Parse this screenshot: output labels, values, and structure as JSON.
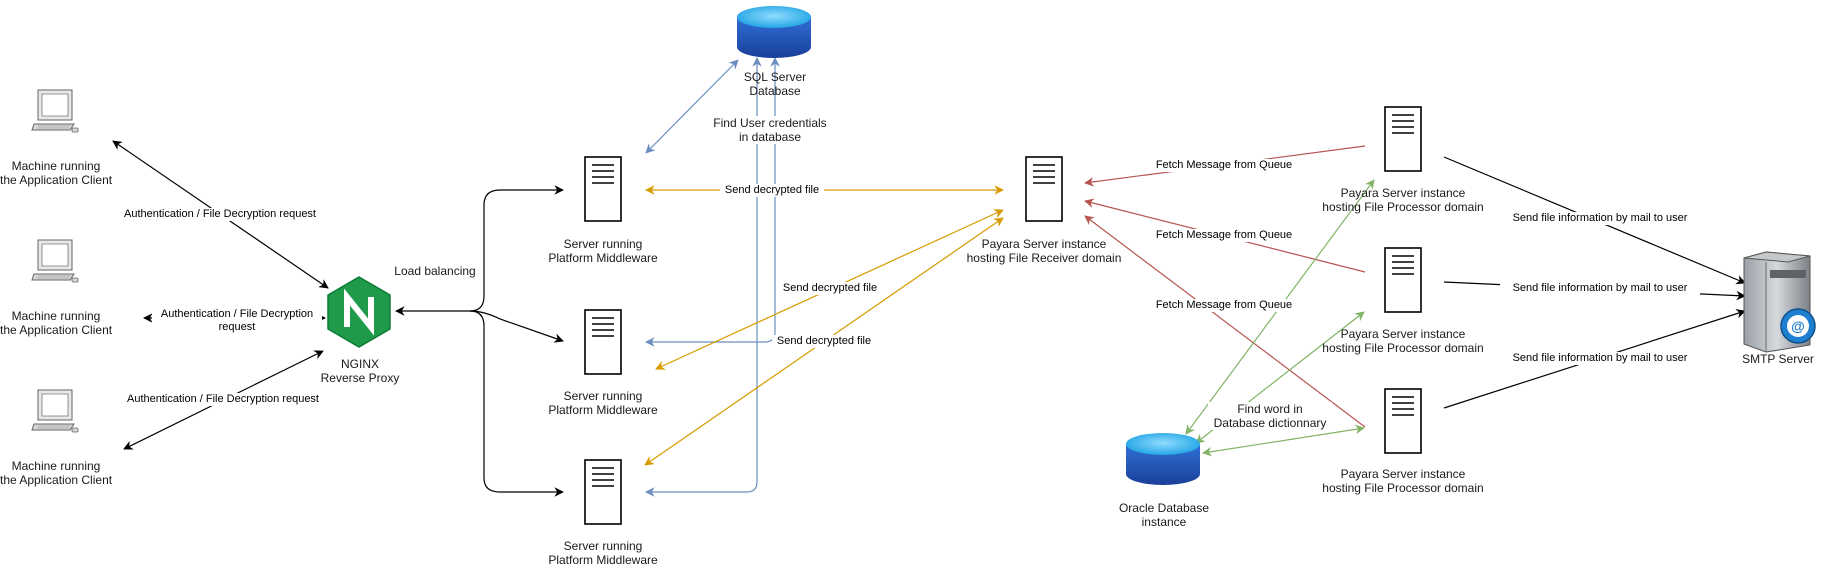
{
  "nodes": {
    "client1": [
      "Machine running",
      "the Application Client"
    ],
    "client2": [
      "Machine running",
      "the Application Client"
    ],
    "client3": [
      "Machine running",
      "the Application Client"
    ],
    "nginx": [
      "NGINX",
      "Reverse Proxy"
    ],
    "mw1": [
      "Server running",
      "Platform Middleware"
    ],
    "mw2": [
      "Server running",
      "Platform Middleware"
    ],
    "mw3": [
      "Server running",
      "Platform Middleware"
    ],
    "sqlserver": [
      "SQL Server",
      "Database"
    ],
    "receiver": [
      "Payara Server instance",
      "hosting File Receiver domain"
    ],
    "proc1": [
      "Payara Server instance",
      "hosting File Processor domain"
    ],
    "proc2": [
      "Payara Server instance",
      "hosting File Processor domain"
    ],
    "proc3": [
      "Payara Server instance",
      "hosting File Processor domain"
    ],
    "oracle": [
      "Oracle Database",
      "instance"
    ],
    "smtp": [
      "SMTP Server"
    ]
  },
  "edges": {
    "auth1": [
      "Authentication / File Decryption request"
    ],
    "auth2": [
      "Authentication / File Decryption",
      "request"
    ],
    "auth3": [
      "Authentication / File Decryption request"
    ],
    "lb": [
      "Load balancing"
    ],
    "find_user": [
      "Find User credentials",
      "in database"
    ],
    "send1": [
      "Send decrypted file"
    ],
    "send2": [
      "Send decrypted file"
    ],
    "send3": [
      "Send decrypted file"
    ],
    "fetch1": [
      "Fetch Message from Queue"
    ],
    "fetch2": [
      "Fetch Message from Queue"
    ],
    "fetch3": [
      "Fetch Message from Queue"
    ],
    "find_word": [
      "Find word in",
      "Database dictionnary"
    ],
    "mail1": [
      "Send file information by mail to user"
    ],
    "mail2": [
      "Send file information by mail to user"
    ],
    "mail3": [
      "Send file information by mail to user"
    ]
  },
  "colors": {
    "black": "#000000",
    "blue": "#6c8ebf",
    "orange": "#d79b00",
    "red": "#b85450",
    "green": "#82b366",
    "nginx": "#1e9a4a",
    "db_top": "#1ba1e2",
    "db_body": "#1f4fb0"
  },
  "icons": {
    "client": "desktop-computer-icon",
    "server": "server-tower-icon",
    "database": "database-cylinder-icon",
    "nginx": "nginx-logo-icon",
    "smtp": "mail-server-icon"
  }
}
